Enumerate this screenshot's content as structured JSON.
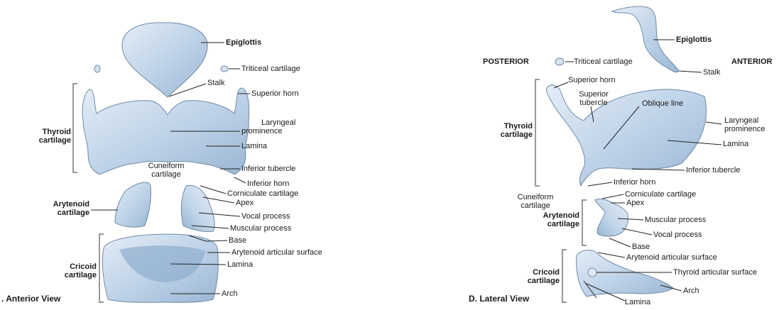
{
  "anterior": {
    "view_title": ". Anterior View",
    "labels": {
      "epiglottis": "Epiglottis",
      "triticeal": "Triticeal cartilage",
      "stalk": "Stalk",
      "superior_horn": "Superior horn",
      "laryngeal_line1": "Laryngeal",
      "laryngeal_line2": "prominence",
      "lamina": "Lamina",
      "cuneiform_line1": "Cuneiform",
      "cuneiform_line2": "cartilage",
      "inferior_tubercle": "Inferior tubercle",
      "inferior_horn": "Inferior horn",
      "corniculate": "Corniculate cartilage",
      "apex": "Apex",
      "vocal_process": "Vocal process",
      "muscular_process": "Muscular process",
      "base": "Base",
      "arytenoid_articular": "Arytenoid articular surface",
      "cricoid_lamina": "Lamina",
      "arch": "Arch"
    },
    "groups": {
      "thyroid_line1": "Thyroid",
      "thyroid_line2": "cartilage",
      "arytenoid_line1": "Arytenoid",
      "arytenoid_line2": "cartilage",
      "cricoid_line1": "Cricoid",
      "cricoid_line2": "cartilage"
    }
  },
  "lateral": {
    "view_title": "D. Lateral View",
    "posterior": "POSTERIOR",
    "anterior": "ANTERIOR",
    "labels": {
      "epiglottis": "Epiglottis",
      "triticeal": "Triticeal cartilage",
      "stalk": "Stalk",
      "superior_horn": "Superior horn",
      "superior_tubercle_line1": "Superior",
      "superior_tubercle_line2": "tubercle",
      "oblique_line": "Oblique line",
      "laryngeal_line1": "Laryngeal",
      "laryngeal_line2": "prominence",
      "lamina": "Lamina",
      "inferior_tubercle": "Inferior tubercle",
      "inferior_horn": "Inferior horn",
      "cuneiform_line1": "Cuneiform",
      "cuneiform_line2": "cartilage",
      "corniculate": "Corniculate cartilage",
      "apex": "Apex",
      "muscular_process": "Muscular process",
      "vocal_process": "Vocal process",
      "base": "Base",
      "arytenoid_articular": "Arytenoid articular surface",
      "thyroid_articular": "Thyroid articular surface",
      "arch": "Arch",
      "cricoid_lamina": "Lamina"
    },
    "groups": {
      "thyroid_line1": "Thyroid",
      "thyroid_line2": "cartilage",
      "arytenoid_line1": "Arytenoid",
      "arytenoid_line2": "cartilage",
      "cricoid_line1": "Cricoid",
      "cricoid_line2": "cartilage"
    }
  },
  "colors": {
    "cartilage_fill": "#b9cfe6",
    "cartilage_light": "#dfe9f4",
    "cartilage_shadow": "#8faecd",
    "outline": "#6f8aa6"
  }
}
